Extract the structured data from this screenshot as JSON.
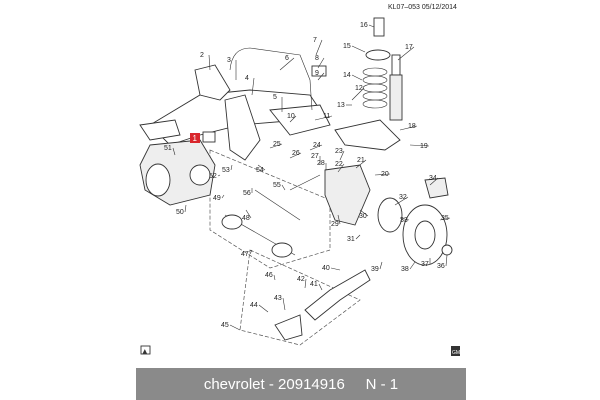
{
  "header": {
    "code_date": "KL07–053  05/12/2014"
  },
  "footer": {
    "brand": "chevrolet",
    "part_number": "20914916",
    "ref_label": "N - 1"
  },
  "callouts": [
    "1",
    "2",
    "3",
    "4",
    "5",
    "6",
    "7",
    "8",
    "9",
    "10",
    "11",
    "12",
    "13",
    "14",
    "15",
    "16",
    "17",
    "18",
    "19",
    "20",
    "21",
    "22",
    "23",
    "24",
    "25",
    "26",
    "27",
    "28",
    "29",
    "30",
    "31",
    "32",
    "33",
    "34",
    "35",
    "36",
    "37",
    "38",
    "39",
    "40",
    "41",
    "42",
    "43",
    "44",
    "45",
    "46",
    "47",
    "48",
    "49",
    "50",
    "51",
    "52",
    "53",
    "54",
    "55",
    "56"
  ],
  "highlight": {
    "number": "1",
    "color": "#d9262c"
  },
  "corner_marks": {
    "left": "▲",
    "right": "GM"
  }
}
